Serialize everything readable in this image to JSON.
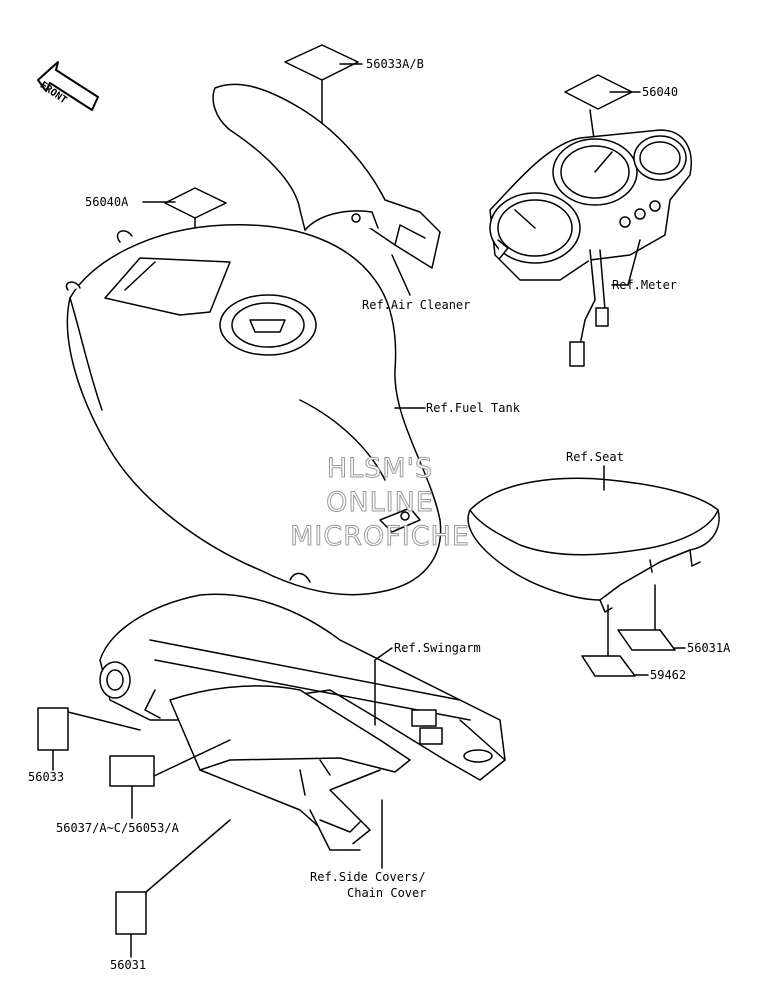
{
  "front_label": "FRONT",
  "watermark": {
    "line1": "HLSM'S",
    "line2": "ONLINE",
    "line3": "MICROFICHE"
  },
  "parts": {
    "p56033AB": "56033A/B",
    "p56040": "56040",
    "p56040A": "56040A",
    "p56031A": "56031A",
    "p59462": "59462",
    "p56033": "56033",
    "p56037": "56037/A~C/56053/A",
    "p56031": "56031"
  },
  "refs": {
    "air_cleaner": "Ref.Air Cleaner",
    "meter": "Ref.Meter",
    "fuel_tank": "Ref.Fuel Tank",
    "seat": "Ref.Seat",
    "swingarm": "Ref.Swingarm",
    "side_covers_1": "Ref.Side Covers/",
    "side_covers_2": "Chain Cover"
  }
}
